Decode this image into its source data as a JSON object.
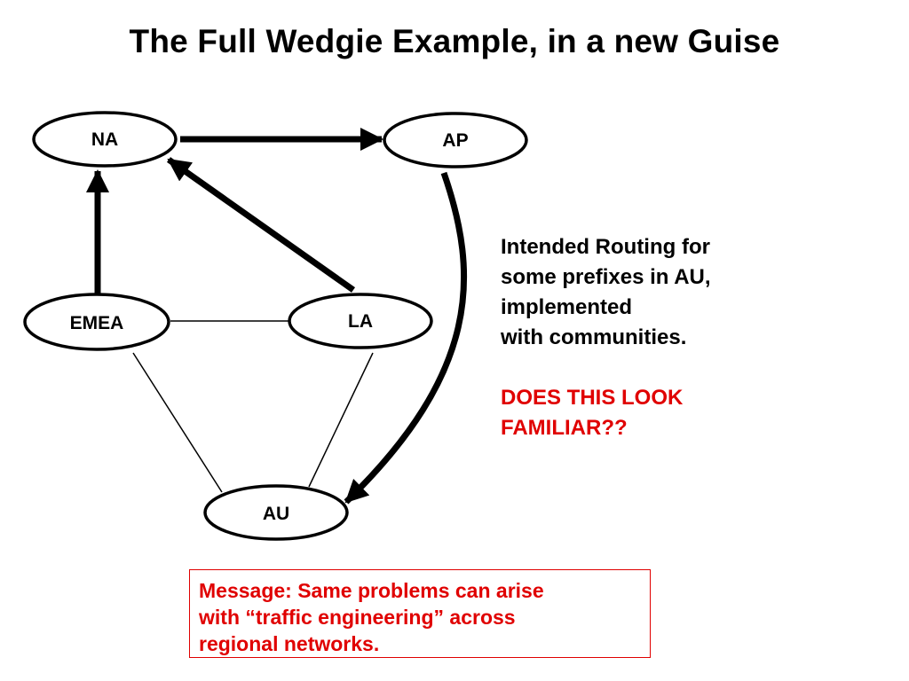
{
  "title": "The Full Wedgie Example, in a new Guise",
  "colors": {
    "text": "#000000",
    "highlight": "#e00000",
    "background": "#ffffff"
  },
  "diagram": {
    "nodes": [
      {
        "id": "na",
        "label": "NA"
      },
      {
        "id": "ap",
        "label": "AP"
      },
      {
        "id": "emea",
        "label": "EMEA"
      },
      {
        "id": "la",
        "label": "LA"
      },
      {
        "id": "au",
        "label": "AU"
      }
    ],
    "edges": [
      {
        "from": "NA",
        "to": "AP",
        "style": "thick-arrow"
      },
      {
        "from": "EMEA",
        "to": "NA",
        "style": "thick-arrow"
      },
      {
        "from": "LA",
        "to": "NA",
        "style": "thick-arrow"
      },
      {
        "from": "AP",
        "to": "AU",
        "style": "thick-curved-arrow"
      },
      {
        "from": "EMEA",
        "to": "LA",
        "style": "thin-line"
      },
      {
        "from": "EMEA",
        "to": "AU",
        "style": "thin-line"
      },
      {
        "from": "LA",
        "to": "AU",
        "style": "thin-line"
      }
    ]
  },
  "info": {
    "lines": [
      "Intended Routing for",
      "some prefixes in AU,",
      "implemented",
      "with communities."
    ],
    "warning_lines": [
      "DOES THIS LOOK",
      "FAMILIAR??"
    ]
  },
  "message": {
    "lines": [
      "Message: Same problems can arise",
      "with “traffic engineering” across",
      "regional networks."
    ]
  }
}
